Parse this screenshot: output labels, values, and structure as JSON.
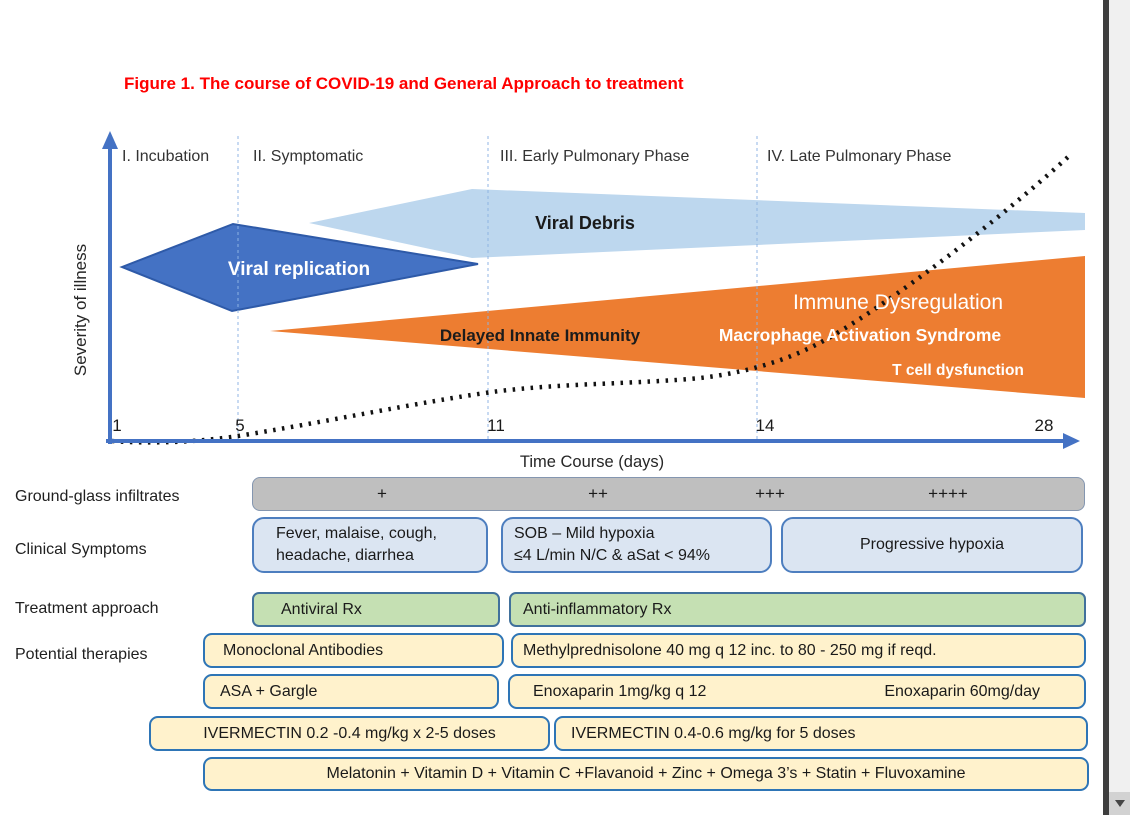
{
  "figure_title": "Figure 1.  The course of COVID-19 and General Approach to treatment",
  "chart": {
    "y_axis_label": "Severity of illness",
    "x_axis_label": "Time Course (days)",
    "x_ticks": [
      "1",
      "5",
      "11",
      "14",
      "28"
    ],
    "phase_labels": [
      "I. Incubation",
      "II. Symptomatic",
      "III. Early Pulmonary Phase",
      "IV. Late Pulmonary Phase"
    ],
    "viral_replication_label": "Viral replication",
    "viral_debris_label": "Viral Debris",
    "delayed_innate_label": "Delayed Innate Immunity",
    "immune_dysregulation_label": "Immune Dysregulation",
    "macrophage_label": "Macrophage Activation Syndrome",
    "t_cell_label": "T cell dysfunction"
  },
  "chart_data": {
    "type": "area",
    "title": "Figure 1. The course of COVID-19 and General Approach to treatment",
    "xlabel": "Time Course (days)",
    "ylabel": "Severity of illness",
    "x_ticks": [
      1,
      5,
      11,
      14,
      28
    ],
    "grid": false,
    "phases": [
      {
        "label": "I. Incubation",
        "x_range": [
          1,
          5
        ]
      },
      {
        "label": "II. Symptomatic",
        "x_range": [
          5,
          11
        ]
      },
      {
        "label": "III. Early Pulmonary Phase",
        "x_range": [
          11,
          14
        ]
      },
      {
        "label": "IV. Late Pulmonary Phase",
        "x_range": [
          14,
          28
        ]
      }
    ],
    "bands": [
      {
        "label": "Viral replication",
        "x_range": [
          1,
          11
        ],
        "peak_x": 5,
        "color": "#4472c4"
      },
      {
        "label": "Viral Debris",
        "x_range": [
          7,
          28
        ],
        "peak_x": 10,
        "color": "#bdd7ee"
      },
      {
        "label": "Delayed Innate Immunity / Immune Dysregulation / Macrophage Activation Syndrome / T cell dysfunction",
        "x_range": [
          6,
          28
        ],
        "grows_toward": 28,
        "color": "#ed7d31"
      }
    ],
    "severity_curve": {
      "style": "dotted",
      "points_days_vs_relative_severity": [
        [
          1,
          0.0
        ],
        [
          5,
          0.02
        ],
        [
          8,
          0.1
        ],
        [
          11,
          0.17
        ],
        [
          13,
          0.21
        ],
        [
          14,
          0.24
        ],
        [
          20,
          0.6
        ],
        [
          28,
          1.0
        ]
      ]
    }
  },
  "annotation_rows": {
    "ground_glass": {
      "label": "Ground-glass infiltrates",
      "grades": [
        "+",
        "++",
        "+++",
        "++++"
      ]
    },
    "clinical": {
      "label": "Clinical Symptoms",
      "box1_line1": "Fever, malaise, cough,",
      "box1_line2": "headache, diarrhea",
      "box2_line1": "SOB – Mild hypoxia",
      "box2_line2": "≤4 L/min N/C & aSat < 94%",
      "box3": "Progressive hypoxia"
    },
    "treatment": {
      "label": "Treatment approach",
      "antiviral": "Antiviral Rx",
      "anti_inflammatory": "Anti-inflammatory Rx"
    },
    "therapies": {
      "label": "Potential therapies",
      "monoclonal": "Monoclonal Antibodies",
      "methylprednisolone": "Methylprednisolone 40 mg q 12 inc. to 80 - 250 mg if reqd.",
      "asa": "ASA  + Gargle",
      "enoxaparin_left": "Enoxaparin 1mg/kg q 12",
      "enoxaparin_right": "Enoxaparin 60mg/day",
      "ivermectin_early": "IVERMECTIN 0.2 -0.4 mg/kg x 2-5 doses",
      "ivermectin_late": "IVERMECTIN  0.4-0.6 mg/kg for 5 doses",
      "supplements": "Melatonin + Vitamin D + Vitamin C +Flavanoid + Zinc + Omega 3’s  + Statin + Fluvoxamine"
    }
  },
  "colors": {
    "title_red": "#ff0000",
    "axis_blue": "#4472c4",
    "viral_replication_fill": "#4472c4",
    "viral_debris_fill": "#bdd7ee",
    "immune_fill": "#ed7d31",
    "grade_bar_fill": "#bfbfbf",
    "clinical_box_fill": "#dbe5f2",
    "treatment_box_fill": "#c5e0b3",
    "therapy_box_fill": "#fff2cc",
    "box_border_blue": "#2e75b6"
  }
}
